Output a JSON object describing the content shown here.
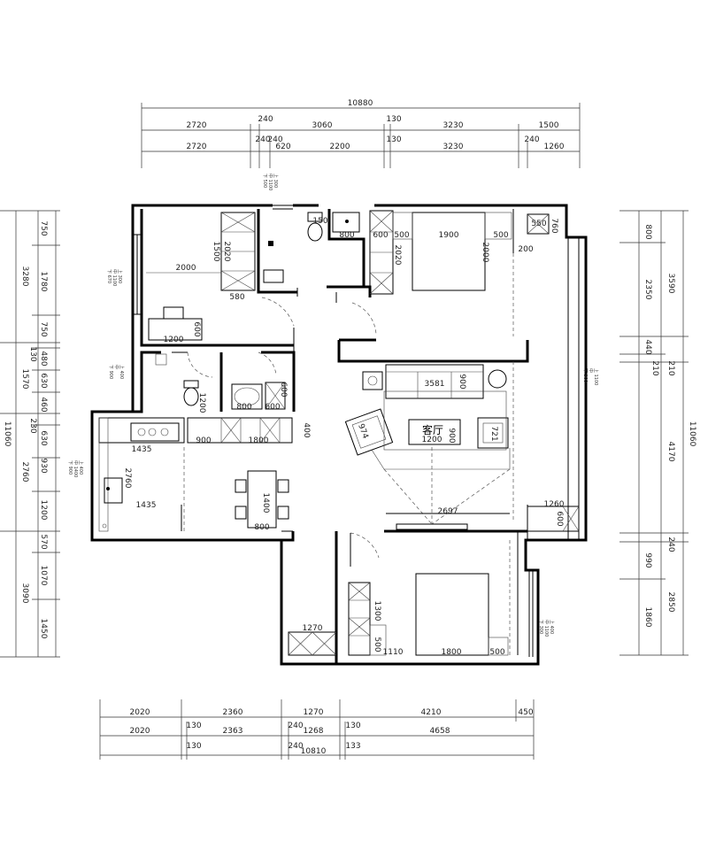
{
  "top": {
    "total": "10880",
    "row1": [
      "2720",
      "240",
      "3060",
      "130",
      "3230",
      "1500"
    ],
    "row2": [
      "2720",
      "240",
      "240",
      "620",
      "2200",
      "130",
      "3230",
      "240",
      "1260"
    ]
  },
  "bottom": {
    "total": "10810",
    "row1": [
      "2020",
      "2360",
      "1270",
      "4210",
      "450"
    ],
    "row2": [
      "2020",
      "130",
      "2363",
      "240",
      "1268",
      "130",
      "4658"
    ],
    "row3": [
      "130",
      "240",
      "133"
    ]
  },
  "left": {
    "total": "11060",
    "outer": [
      "3280",
      "1570",
      "2760",
      "3090"
    ],
    "inner": [
      "750",
      "1780",
      "750",
      "130",
      "480",
      "630",
      "460",
      "230",
      "630",
      "930",
      "1200",
      "570",
      "1070",
      "1450"
    ]
  },
  "right": {
    "total": "11060",
    "outer": [
      "3590",
      "210",
      "4170",
      "240",
      "2850"
    ],
    "inner": [
      "800",
      "2350",
      "440",
      "210",
      "990",
      "1860"
    ]
  },
  "rooms": {
    "living": "客厅"
  },
  "interior_dims": [
    "1500",
    "2020",
    "2000",
    "580",
    "600",
    "1200",
    "150",
    "800",
    "600",
    "500",
    "1900",
    "2000",
    "500",
    "550",
    "760",
    "200",
    "1200",
    "600",
    "800",
    "600",
    "400",
    "1435",
    "900",
    "1800",
    "2760",
    "1435",
    "1400",
    "800",
    "3581",
    "900",
    "974",
    "1200",
    "900",
    "721",
    "2697",
    "1260",
    "600",
    "1300",
    "1270",
    "500",
    "1110",
    "1800",
    "500"
  ],
  "notes": {
    "n1": [
      "上 300",
      "中 1100",
      "下 500"
    ],
    "n2": [
      "上 1100",
      "中",
      "下 900"
    ],
    "n3": [
      "上 400",
      "中",
      "下 900"
    ],
    "n4": [
      "上 400",
      "中 1400",
      "下 900"
    ],
    "n5": [
      "上 300",
      "中 1100",
      "下 670"
    ],
    "n6": [
      "上 400",
      "中 1100",
      "下 300"
    ]
  }
}
